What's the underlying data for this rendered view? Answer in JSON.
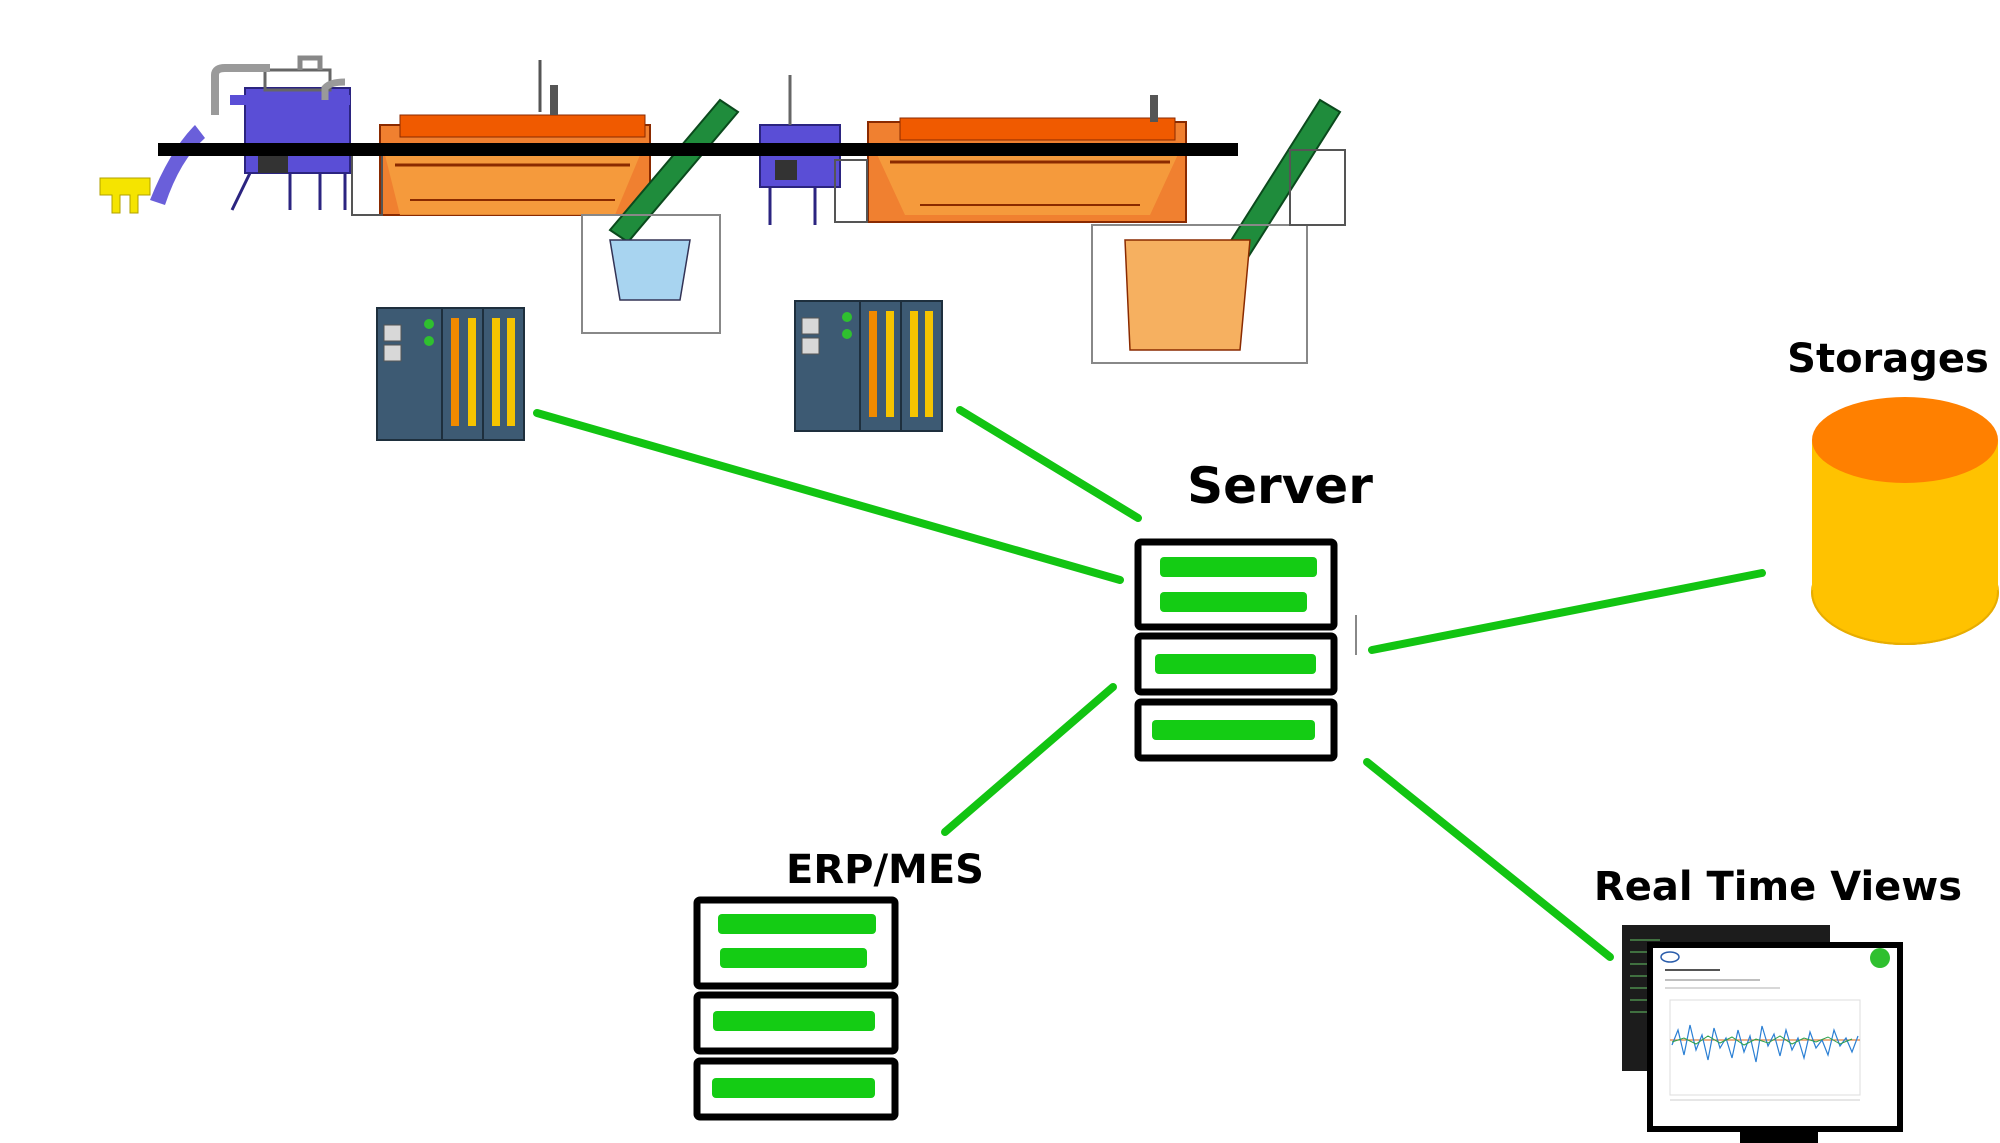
{
  "labels": {
    "server": "Server",
    "storages": "Storages",
    "erp_mes": "ERP/MES",
    "real_time_views": "Real Time Views"
  },
  "colors": {
    "link": "#12c412",
    "server_bar": "#14cc14",
    "plc_body": "#3d5a73",
    "plc_stripe_yellow": "#f6c400",
    "plc_stripe_orange": "#f08a00",
    "plc_led": "#2fc02f",
    "cylinder_top": "#ff8000",
    "cylinder_body": "#ffc200",
    "furnace_hot": "#f05a00",
    "furnace_warm": "#f6a040",
    "conveyor": "#1f8c3c",
    "machine_blue": "#5a4ed6",
    "quench_blue": "#a8d4f0",
    "feeder_yellow": "#f5e400"
  },
  "nodes": [
    {
      "id": "plc-1",
      "icon": "plc-cabinet-icon"
    },
    {
      "id": "plc-2",
      "icon": "plc-cabinet-icon"
    },
    {
      "id": "server",
      "icon": "server-rack-icon"
    },
    {
      "id": "storages",
      "icon": "database-cylinder-icon"
    },
    {
      "id": "erp-mes",
      "icon": "server-rack-icon"
    },
    {
      "id": "real-time-views",
      "icon": "monitor-dashboard-icon"
    },
    {
      "id": "production-line",
      "icon": "furnace-line-icon"
    }
  ],
  "edges": [
    {
      "from": "plc-1",
      "to": "server"
    },
    {
      "from": "plc-2",
      "to": "server"
    },
    {
      "from": "server",
      "to": "storages"
    },
    {
      "from": "server",
      "to": "erp-mes"
    },
    {
      "from": "server",
      "to": "real-time-views"
    }
  ]
}
